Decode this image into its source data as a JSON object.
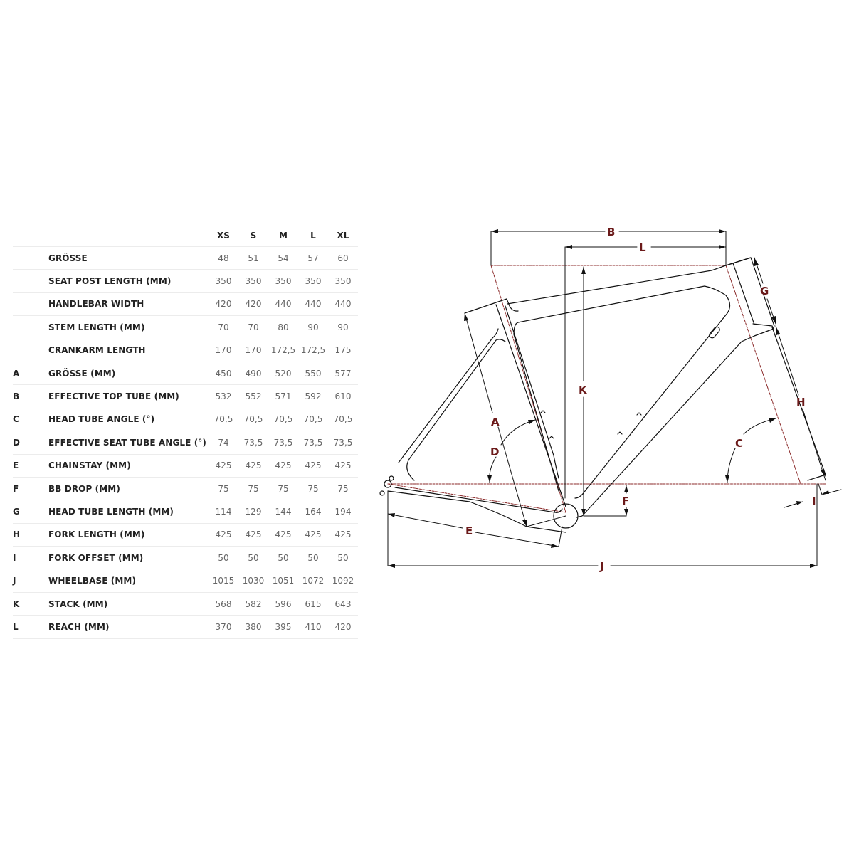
{
  "table": {
    "sizes": [
      "XS",
      "S",
      "M",
      "L",
      "XL"
    ],
    "rows": [
      {
        "letter": "",
        "label": "GRÖSSE",
        "values": [
          "48",
          "51",
          "54",
          "57",
          "60"
        ]
      },
      {
        "letter": "",
        "label": "SEAT POST LENGTH (MM)",
        "values": [
          "350",
          "350",
          "350",
          "350",
          "350"
        ]
      },
      {
        "letter": "",
        "label": "HANDLEBAR WIDTH",
        "values": [
          "420",
          "420",
          "440",
          "440",
          "440"
        ]
      },
      {
        "letter": "",
        "label": "STEM LENGTH (MM)",
        "values": [
          "70",
          "70",
          "80",
          "90",
          "90"
        ]
      },
      {
        "letter": "",
        "label": "CRANKARM LENGTH",
        "values": [
          "170",
          "170",
          "172,5",
          "172,5",
          "175"
        ]
      },
      {
        "letter": "A",
        "label": "GRÖSSE (MM)",
        "values": [
          "450",
          "490",
          "520",
          "550",
          "577"
        ]
      },
      {
        "letter": "B",
        "label": "EFFECTIVE TOP TUBE (MM)",
        "values": [
          "532",
          "552",
          "571",
          "592",
          "610"
        ]
      },
      {
        "letter": "C",
        "label": "HEAD TUBE ANGLE (°)",
        "values": [
          "70,5",
          "70,5",
          "70,5",
          "70,5",
          "70,5"
        ]
      },
      {
        "letter": "D",
        "label": "EFFECTIVE SEAT TUBE ANGLE (°)",
        "values": [
          "74",
          "73,5",
          "73,5",
          "73,5",
          "73,5"
        ]
      },
      {
        "letter": "E",
        "label": "CHAINSTAY (MM)",
        "values": [
          "425",
          "425",
          "425",
          "425",
          "425"
        ]
      },
      {
        "letter": "F",
        "label": "BB DROP (MM)",
        "values": [
          "75",
          "75",
          "75",
          "75",
          "75"
        ]
      },
      {
        "letter": "G",
        "label": "HEAD TUBE LENGTH (MM)",
        "values": [
          "114",
          "129",
          "144",
          "164",
          "194"
        ]
      },
      {
        "letter": "H",
        "label": "FORK LENGTH (MM)",
        "values": [
          "425",
          "425",
          "425",
          "425",
          "425"
        ]
      },
      {
        "letter": "I",
        "label": "FORK OFFSET (MM)",
        "values": [
          "50",
          "50",
          "50",
          "50",
          "50"
        ]
      },
      {
        "letter": "J",
        "label": "WHEELBASE (MM)",
        "values": [
          "1015",
          "1030",
          "1051",
          "1072",
          "1092"
        ]
      },
      {
        "letter": "K",
        "label": "STACK (MM)",
        "values": [
          "568",
          "582",
          "596",
          "615",
          "643"
        ]
      },
      {
        "letter": "L",
        "label": "REACH (MM)",
        "values": [
          "370",
          "380",
          "395",
          "410",
          "420"
        ]
      }
    ]
  },
  "diagram": {
    "labels": {
      "A": "A",
      "B": "B",
      "C": "C",
      "D": "D",
      "E": "E",
      "F": "F",
      "G": "G",
      "H": "H",
      "I": "I",
      "J": "J",
      "K": "K",
      "L": "L"
    },
    "colors": {
      "frame": "#111111",
      "construction": "#8b2a2a",
      "label": "#6b1a1a"
    }
  }
}
